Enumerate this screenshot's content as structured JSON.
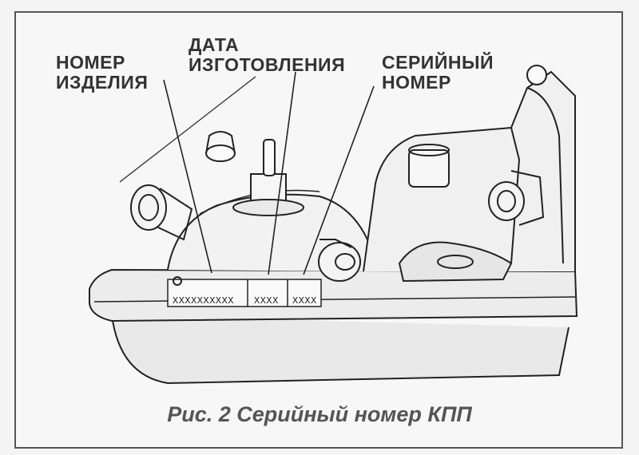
{
  "labels": {
    "product_number": [
      "НОМЕР",
      "ИЗДЕЛИЯ"
    ],
    "manufacture_date": [
      "ДАТА",
      "ИЗГОТОВЛЕНИЯ"
    ],
    "serial_number": [
      "СЕРИЙНЫЙ",
      "НОМЕР"
    ]
  },
  "plate_codes": {
    "product": "XXXXXXXXXX",
    "date": "XXXX",
    "serial": "XXXX"
  },
  "caption": "Рис. 2 Серийный номер КПП"
}
